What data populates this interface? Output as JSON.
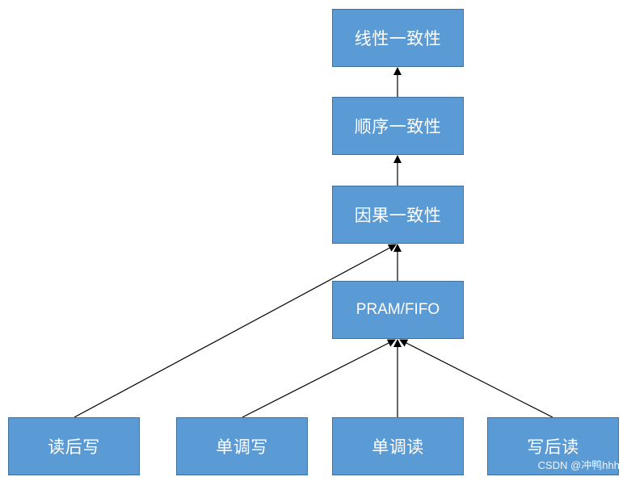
{
  "diagram": {
    "fill_color": "#5b9bd5",
    "border_color": "#41719c",
    "text_color": "#ffffff",
    "edge_color": "#000000",
    "nodes": {
      "linearizability": "线性一致性",
      "sequential": "顺序一致性",
      "causal": "因果一致性",
      "pram_fifo": "PRAM/FIFO",
      "read_your_writes": "读后写",
      "monotonic_writes": "单调写",
      "monotonic_reads": "单调读",
      "writes_follow_reads": "写后读"
    }
  },
  "watermark": "CSDN @冲鸭hhh"
}
